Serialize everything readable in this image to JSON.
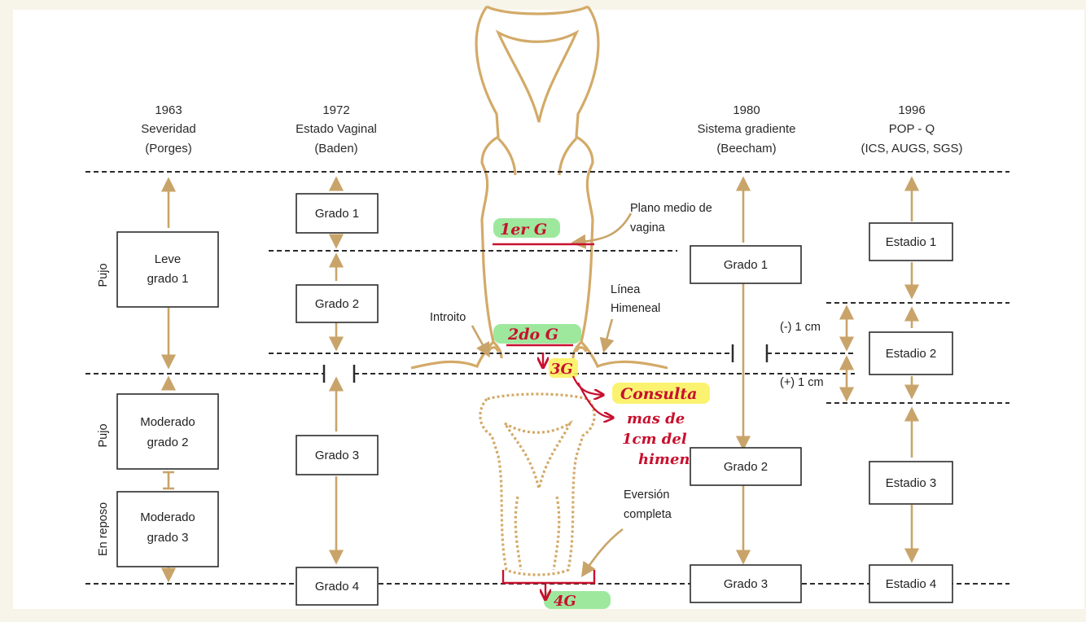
{
  "columns": {
    "porges": {
      "year": "1963",
      "name": "Severidad",
      "source": "(Porges)"
    },
    "baden": {
      "year": "1972",
      "name": "Estado Vaginal",
      "source": "(Baden)"
    },
    "beecham": {
      "year": "1980",
      "name": "Sistema gradiente",
      "source": "(Beecham)"
    },
    "popq": {
      "year": "1996",
      "name": "POP - Q",
      "source": "(ICS, AUGS, SGS)"
    }
  },
  "porges": {
    "leve_1": "Leve",
    "leve_2": "grado 1",
    "mod2_1": "Moderado",
    "mod2_2": "grado 2",
    "mod3_1": "Moderado",
    "mod3_2": "grado 3",
    "side_pujo_top": "Pujo",
    "side_pujo_bottom": "Pujo",
    "side_reposo": "En reposo"
  },
  "baden": {
    "g1": "Grado 1",
    "g2": "Grado 2",
    "g3": "Grado 3",
    "g4": "Grado 4"
  },
  "beecham": {
    "g1": "Grado 1",
    "g2": "Grado 2",
    "g3": "Grado 3"
  },
  "popq": {
    "e1": "Estadio 1",
    "e2": "Estadio 2",
    "e3": "Estadio 3",
    "e4": "Estadio 4",
    "minus": "(-) 1 cm",
    "plus": "(+) 1 cm"
  },
  "labels": {
    "plano_1": "Plano medio de",
    "plano_2": "vagina",
    "linea_1": "Línea",
    "linea_2": "Himeneal",
    "introito": "Introito",
    "eversion_1": "Eversión",
    "eversion_2": "completa"
  },
  "annotations": {
    "first": "1er G",
    "second": "2do G",
    "third": "3G",
    "consulta": "Consulta",
    "mas_1": "mas de",
    "mas_2": "1cm del",
    "mas_3": "himen",
    "fourth": "4G"
  },
  "colors": {
    "organ": "#d3aa68",
    "arrow": "#c9a46a",
    "ink": "#c8102e",
    "highlight_green": "#7ee07e",
    "highlight_yellow": "#fbf261"
  }
}
